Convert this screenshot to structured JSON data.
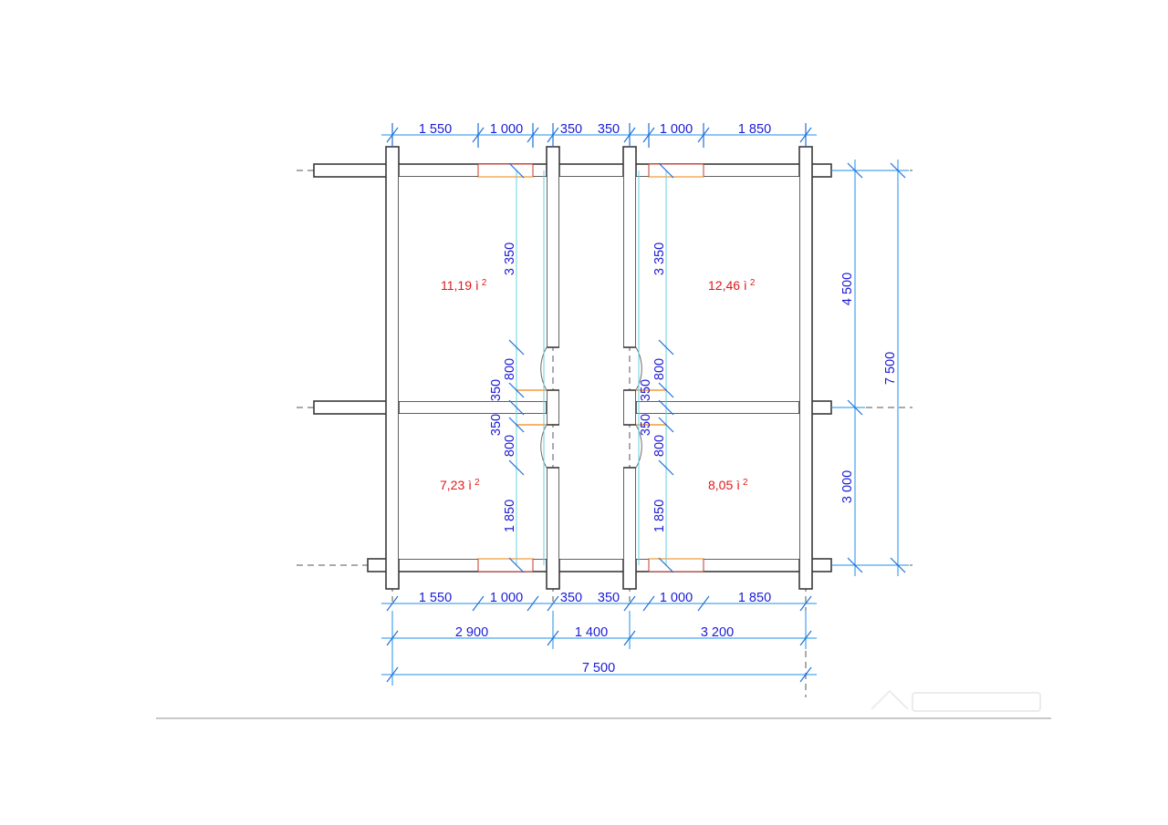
{
  "plan": {
    "rooms": [
      {
        "area": "11,19 ì",
        "sup": "2"
      },
      {
        "area": "12,46 ì",
        "sup": "2"
      },
      {
        "area": "7,23 ì",
        "sup": "2"
      },
      {
        "area": "8,05 ì",
        "sup": "2"
      }
    ],
    "dims_top": [
      "1 550",
      "1 000",
      "350",
      "350",
      "1 000",
      "1 850"
    ],
    "dims_bottom": [
      "1 550",
      "1 000",
      "350",
      "350",
      "1 000",
      "1 850"
    ],
    "dims_bottom_mid": [
      "2 900",
      "1 400",
      "3 200"
    ],
    "dims_bottom_total": "7 500",
    "dims_right": [
      "4 500",
      "3 000"
    ],
    "dims_right_total": "7 500",
    "inner_left": [
      "3 350",
      "800",
      "350",
      "350",
      "800",
      "1 850"
    ],
    "inner_right": [
      "3 350",
      "800",
      "350",
      "350",
      "800",
      "1 850"
    ]
  },
  "colors": {
    "dimension_text": "#1b1bd6",
    "dimension_line": "#1e8fe8",
    "area_text": "#e01818",
    "wall_stroke": "#3a3a3a"
  }
}
